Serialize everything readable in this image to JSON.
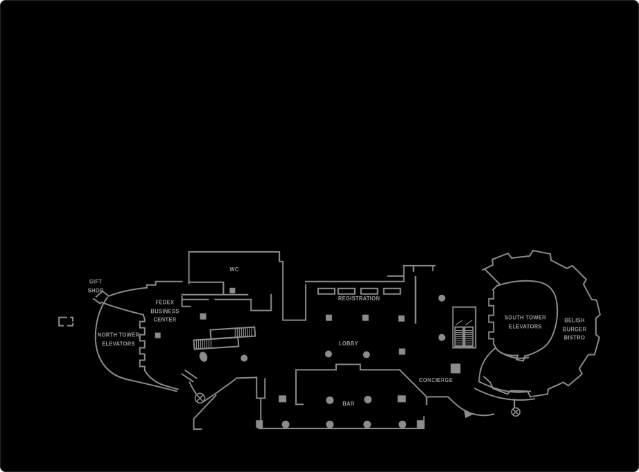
{
  "colors": {
    "background": "#000000",
    "walls": "#8c8c8c",
    "label_text": "#9a9a9a"
  },
  "labels": {
    "gift_shop": "GIFT\nSHOP",
    "fedex": "FEDEX\nBUSINESS\nCENTER",
    "north_tower": "NORTH TOWER\nELEVATORS",
    "wc": "WC",
    "registration": "REGISTRATION",
    "lobby": "LOBBY",
    "bar": "BAR",
    "concierge": "CONCIERGE",
    "south_tower": "SOUTH TOWER\nELEVATORS",
    "bistro": "BELISH\nBURGER\nBISTRO"
  },
  "icons": {
    "southwest_entrance_door": "circled-x",
    "southeast_entrance_door": "circled-x"
  }
}
